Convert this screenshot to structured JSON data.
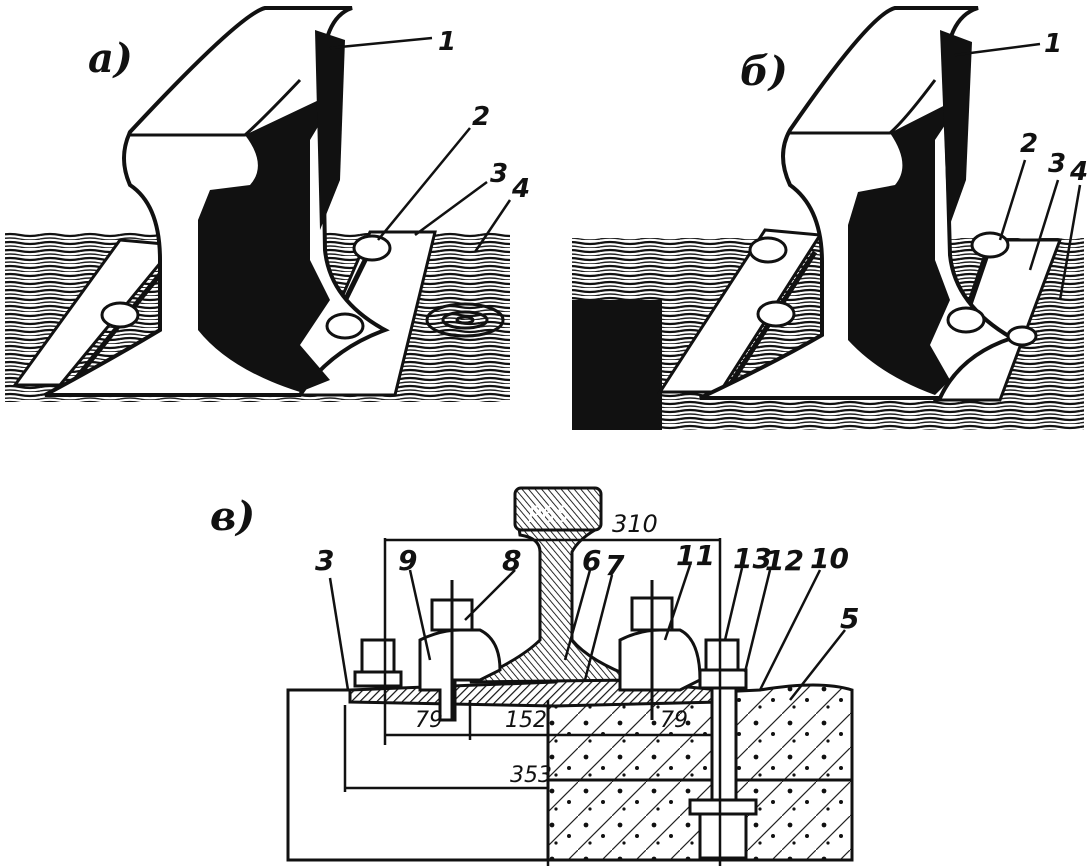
{
  "panels": {
    "a": {
      "label": "а)",
      "callouts": [
        "1",
        "2",
        "3",
        "4"
      ]
    },
    "b": {
      "label": "б)",
      "callouts": [
        "1",
        "2",
        "3",
        "4"
      ]
    },
    "c": {
      "label": "в)",
      "callouts": [
        "3",
        "9",
        "8",
        "6",
        "7",
        "11",
        "13",
        "12",
        "10",
        "5"
      ],
      "rail_marking": "Р65",
      "dimensions": {
        "top_width": "310",
        "left_span": "79",
        "mid_span": "152",
        "right_span": "79",
        "total": "353"
      }
    }
  }
}
